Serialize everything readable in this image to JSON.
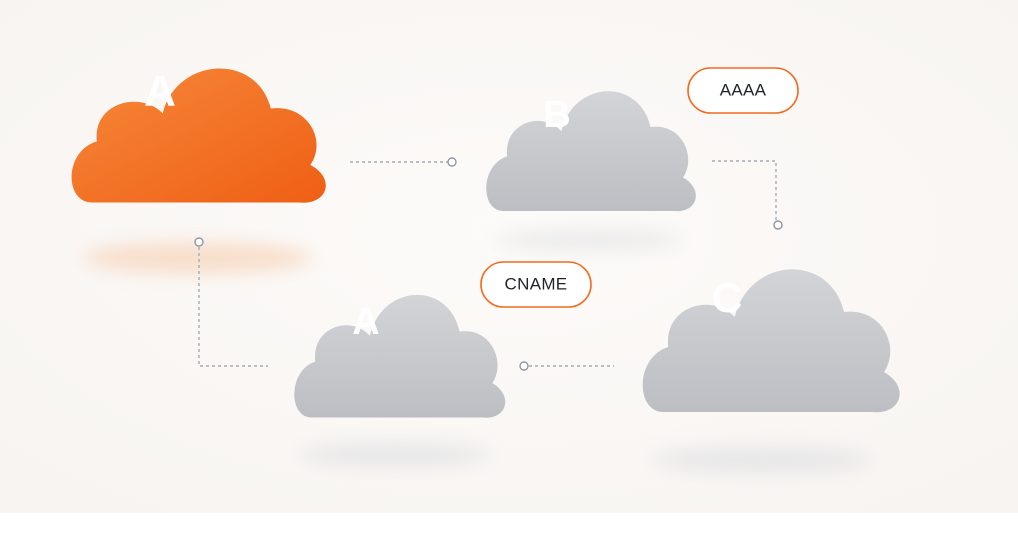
{
  "clouds": {
    "primary": {
      "label": "A",
      "color": "#f26b1d"
    },
    "b": {
      "label": "B",
      "color": "#c7c9cd"
    },
    "a": {
      "label": "A",
      "color": "#c7c9cd"
    },
    "c": {
      "label": "C",
      "color": "#c7c9cd"
    }
  },
  "tags": {
    "aaaa": {
      "label": "AAAA",
      "border_color": "#f26b1d"
    },
    "cname": {
      "label": "CNAME",
      "border_color": "#f26b1d"
    }
  },
  "colors": {
    "background": "#fbf9f7",
    "accent": "#f26b1d",
    "neutral": "#c7c9cd"
  }
}
